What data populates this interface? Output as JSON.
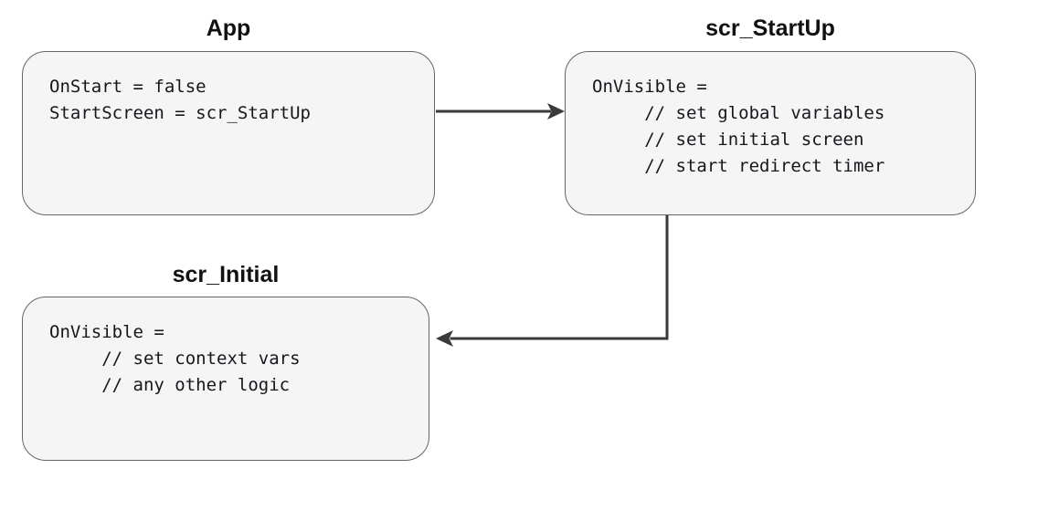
{
  "diagram": {
    "nodes": [
      {
        "id": "app",
        "title": "App",
        "code": "OnStart = false\nStartScreen = scr_StartUp"
      },
      {
        "id": "scr_startup",
        "title": "scr_StartUp",
        "code": "OnVisible =\n     // set global variables\n     // set initial screen\n     // start redirect timer"
      },
      {
        "id": "scr_initial",
        "title": "scr_Initial",
        "code": "OnVisible =\n     // set context vars\n     // any other logic"
      }
    ],
    "edges": [
      {
        "from": "App",
        "to": "scr_StartUp"
      },
      {
        "from": "scr_StartUp",
        "to": "scr_Initial"
      }
    ],
    "colors": {
      "node_fill": "#f5f5f5",
      "node_border": "#666666",
      "arrow": "#3a3a3a",
      "code_text": "#16161d",
      "title_text": "#111111",
      "background": "#ffffff"
    }
  }
}
